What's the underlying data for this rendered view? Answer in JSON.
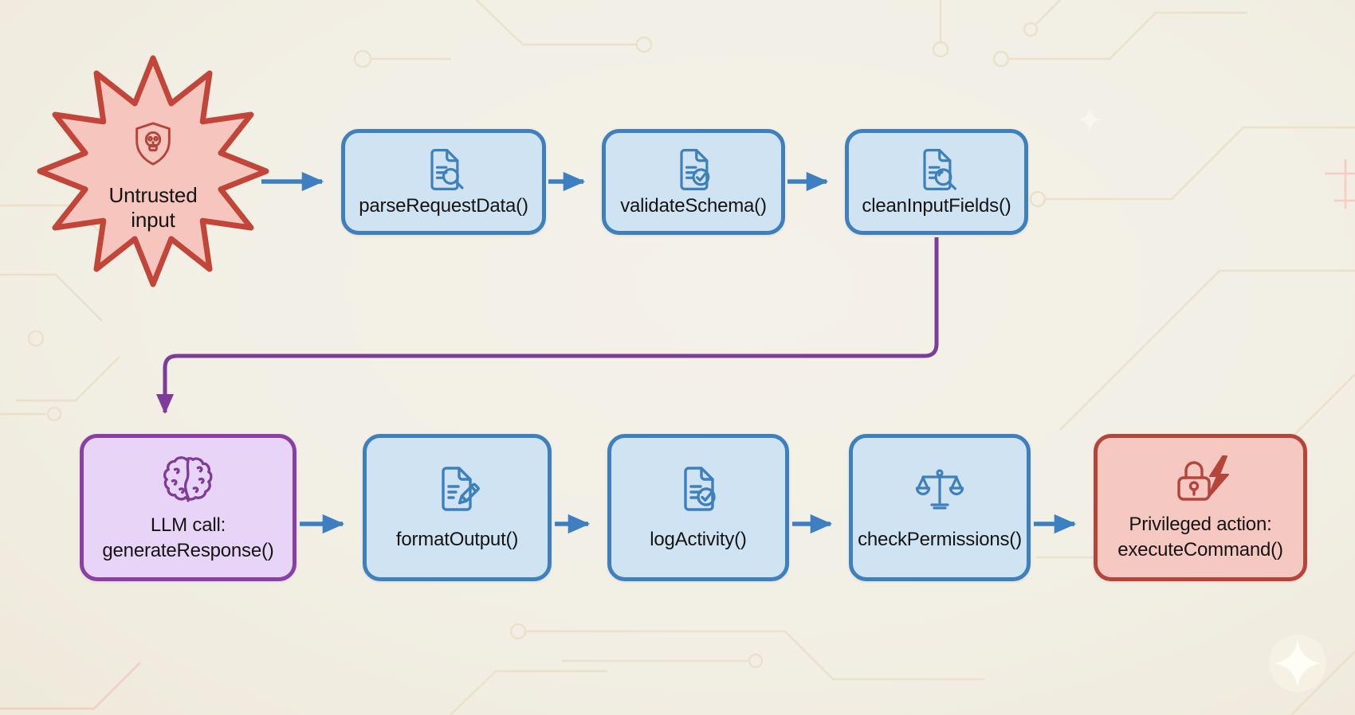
{
  "colors": {
    "background": "#f2efe5",
    "box_blue_fill": "#cfe3f3",
    "box_blue_border": "#3e7fbd",
    "arrow_blue": "#3d7fc1",
    "box_purple_fill": "#e8d4f6",
    "box_purple_border": "#8a3fa6",
    "connector_purple": "#7d3c98",
    "box_red_fill": "#f6c8c2",
    "box_red_border": "#b5443a",
    "label_text": "#141414",
    "circuit_trace": "#e9dcc2",
    "circuit_trace_pink": "#f2c6bc"
  },
  "nodes": {
    "untrusted_input": {
      "line1": "Untrusted",
      "line2": "input",
      "icon": "skull-shield-icon"
    },
    "parse_request_data": {
      "label": "parseRequestData()",
      "icon": "document-search-icon"
    },
    "validate_schema": {
      "label": "validateSchema()",
      "icon": "document-check-icon"
    },
    "clean_input_fields": {
      "label": "cleanInputFields()",
      "icon": "document-magnifier-icon"
    },
    "llm_call": {
      "line1": "LLM call:",
      "line2": "generateResponse()",
      "icon": "brain-icon"
    },
    "format_output": {
      "label": "formatOutput()",
      "icon": "document-pencil-icon"
    },
    "log_activity": {
      "label": "logActivity()",
      "icon": "document-check-icon"
    },
    "check_permissions": {
      "label": "checkPermissions()",
      "icon": "scales-icon"
    },
    "privileged_action": {
      "line1": "Privileged action:",
      "line2": "executeCommand()",
      "icon": "lock-lightning-icon"
    }
  }
}
